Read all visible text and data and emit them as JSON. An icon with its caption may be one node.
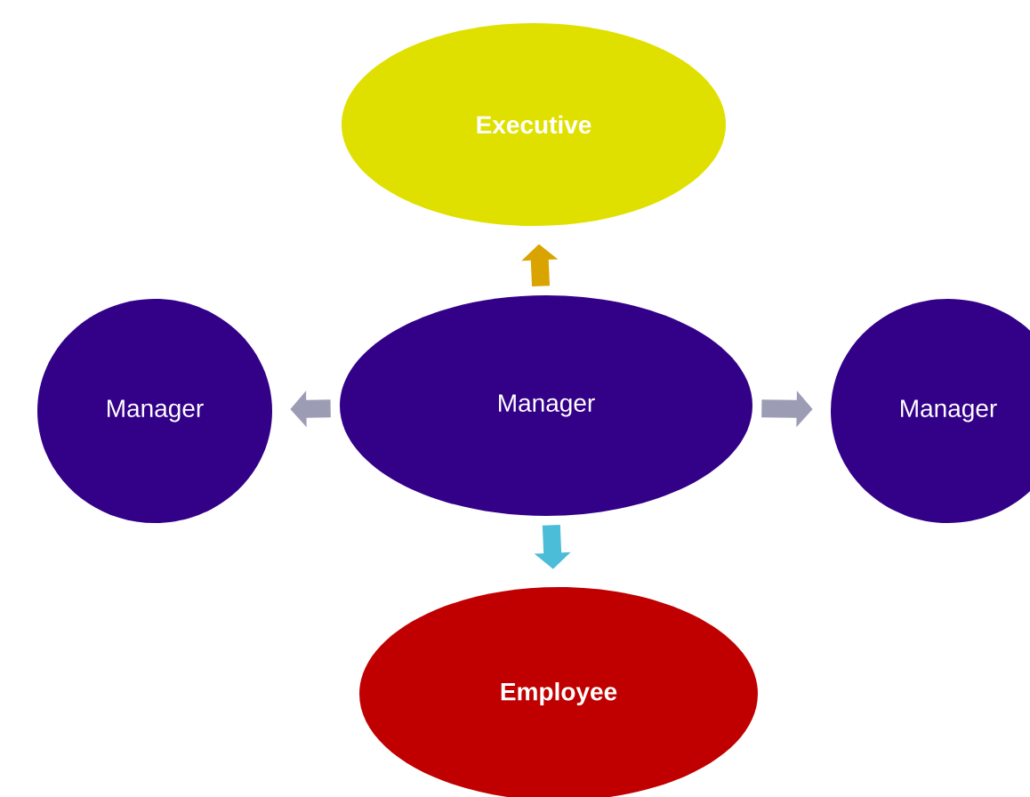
{
  "diagram": {
    "nodes": [
      {
        "text": [
          "Executive"
        ]
      },
      {
        "text": [
          "Manager"
        ]
      },
      {
        "text": [
          "Manager"
        ]
      },
      {
        "text": [
          "Manager"
        ]
      },
      {
        "text": [
          "Employee"
        ]
      }
    ],
    "edges": [
      {
        "from": 2,
        "to": 0,
        "arrow": "to",
        "color": "#d9a300"
      },
      {
        "from": 2,
        "to": 1,
        "arrow": "to"
      },
      {
        "from": 2,
        "to": 3,
        "arrow": "to"
      },
      {
        "from": 2,
        "to": 4,
        "arrow": "to",
        "color": "#4cbdd8"
      }
    ]
  }
}
